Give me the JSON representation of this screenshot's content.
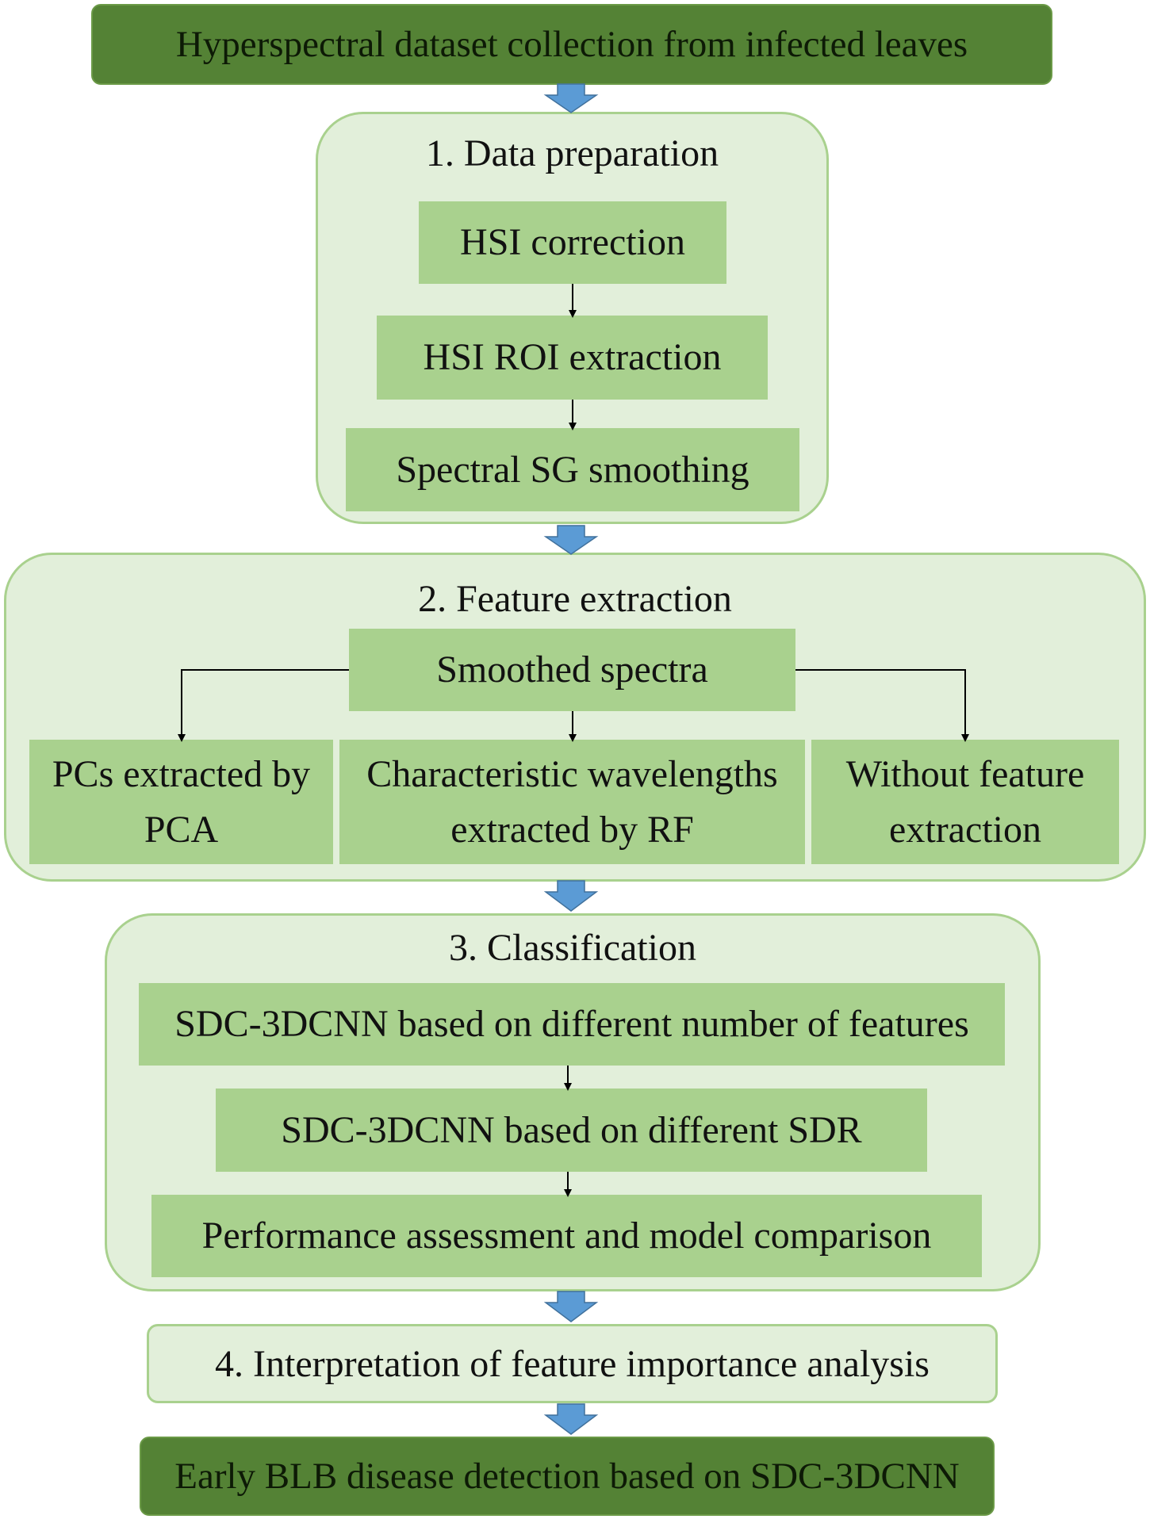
{
  "top_banner": "Hyperspectral dataset collection from infected leaves",
  "stage1": {
    "title": "1. Data preparation",
    "steps": [
      "HSI correction",
      "HSI ROI extraction",
      "Spectral SG smoothing"
    ]
  },
  "stage2": {
    "title": "2. Feature extraction",
    "source": "Smoothed spectra",
    "branches": [
      {
        "line1": "PCs extracted by",
        "line2": "PCA"
      },
      {
        "line1": "Characteristic wavelengths",
        "line2": "extracted by RF"
      },
      {
        "line1": "Without feature",
        "line2": "extraction"
      }
    ]
  },
  "stage3": {
    "title": "3. Classification",
    "steps": [
      "SDC-3DCNN based on different number of features",
      "SDC-3DCNN based on different SDR",
      "Performance assessment and model comparison"
    ]
  },
  "stage4": {
    "title": "4. Interpretation of feature importance analysis"
  },
  "bottom_banner": "Early BLB disease detection based on SDC-3DCNN",
  "colors": {
    "dark_green": "#548235",
    "mid_green": "#a9d18e",
    "light_green": "#e2efda",
    "arrow_blue": "#5b9bd5"
  }
}
